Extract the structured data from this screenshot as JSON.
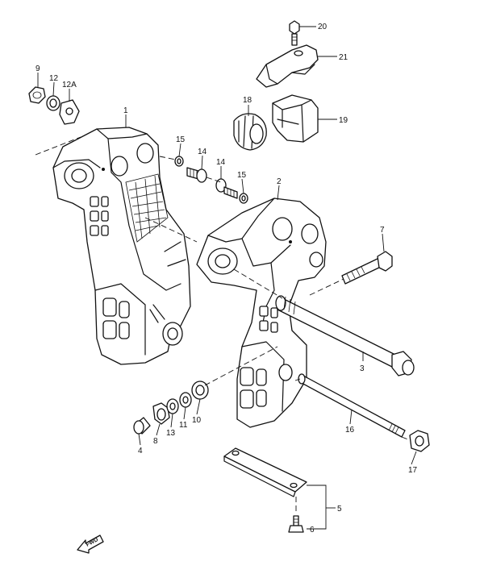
{
  "callouts": [
    {
      "id": "20",
      "label": "20"
    },
    {
      "id": "21",
      "label": "21"
    },
    {
      "id": "18",
      "label": "18"
    },
    {
      "id": "19",
      "label": "19"
    },
    {
      "id": "9",
      "label": "9"
    },
    {
      "id": "12",
      "label": "12"
    },
    {
      "id": "12A",
      "label": "12A"
    },
    {
      "id": "1",
      "label": "1"
    },
    {
      "id": "15a",
      "label": "15"
    },
    {
      "id": "14a",
      "label": "14"
    },
    {
      "id": "14b",
      "label": "14"
    },
    {
      "id": "15b",
      "label": "15"
    },
    {
      "id": "2",
      "label": "2"
    },
    {
      "id": "7",
      "label": "7"
    },
    {
      "id": "3",
      "label": "3"
    },
    {
      "id": "16",
      "label": "16"
    },
    {
      "id": "17",
      "label": "17"
    },
    {
      "id": "4",
      "label": "4"
    },
    {
      "id": "8",
      "label": "8"
    },
    {
      "id": "13",
      "label": "13"
    },
    {
      "id": "11",
      "label": "11"
    },
    {
      "id": "10",
      "label": "10"
    },
    {
      "id": "5",
      "label": "5"
    },
    {
      "id": "6",
      "label": "6"
    }
  ],
  "fwd_label": "FWD"
}
